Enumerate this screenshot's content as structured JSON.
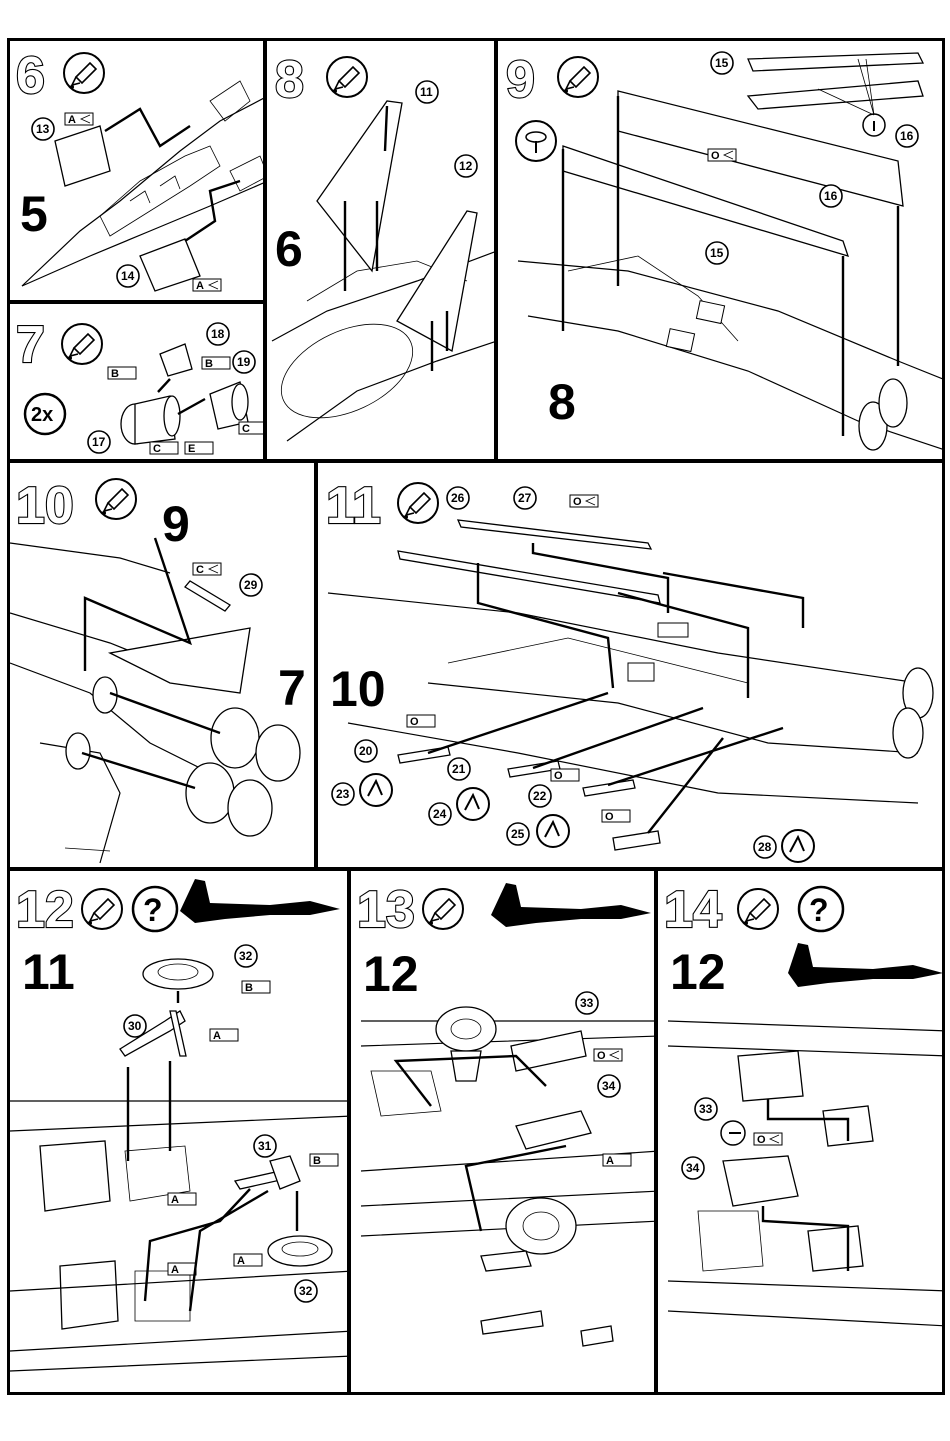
{
  "steps": [
    {
      "number": "6",
      "previous": "5",
      "parts": [
        "13",
        "14"
      ],
      "color_codes": [
        "A",
        "A"
      ]
    },
    {
      "number": "7",
      "multiplier": "2x",
      "parts": [
        "17",
        "18",
        "19"
      ],
      "color_codes": [
        "B",
        "B",
        "C",
        "C",
        "E"
      ]
    },
    {
      "number": "8",
      "previous": "6",
      "parts": [
        "11",
        "12"
      ]
    },
    {
      "number": "9",
      "previous": "8",
      "parts": [
        "15",
        "16",
        "16",
        "15",
        "16"
      ],
      "color_codes": [
        "O"
      ]
    },
    {
      "number": "10",
      "previous": "9",
      "sub_assembly": "7",
      "parts": [
        "29"
      ],
      "color_codes": [
        "C"
      ]
    },
    {
      "number": "11",
      "previous": "10",
      "parts": [
        "26",
        "27",
        "20",
        "21",
        "22",
        "23",
        "24",
        "25",
        "28"
      ],
      "color_codes": [
        "O",
        "O",
        "O",
        "O"
      ]
    },
    {
      "number": "12",
      "previous": "11",
      "parts": [
        "32",
        "30",
        "31",
        "32"
      ],
      "color_codes": [
        "B",
        "A",
        "A",
        "A",
        "B",
        "A"
      ]
    },
    {
      "number": "13",
      "previous": "12",
      "parts": [
        "33",
        "34"
      ],
      "color_codes": [
        "O",
        "A"
      ]
    },
    {
      "number": "14",
      "previous": "12",
      "parts": [
        "33",
        "34"
      ],
      "color_codes": [
        "O"
      ]
    }
  ],
  "help_symbol": "?",
  "icons": {
    "glue": "glue-tube-icon",
    "pin": "pin-drill-icon",
    "rotate": "rotate-icon",
    "help": "question-icon",
    "jet": "aircraft-silhouette-icon"
  }
}
